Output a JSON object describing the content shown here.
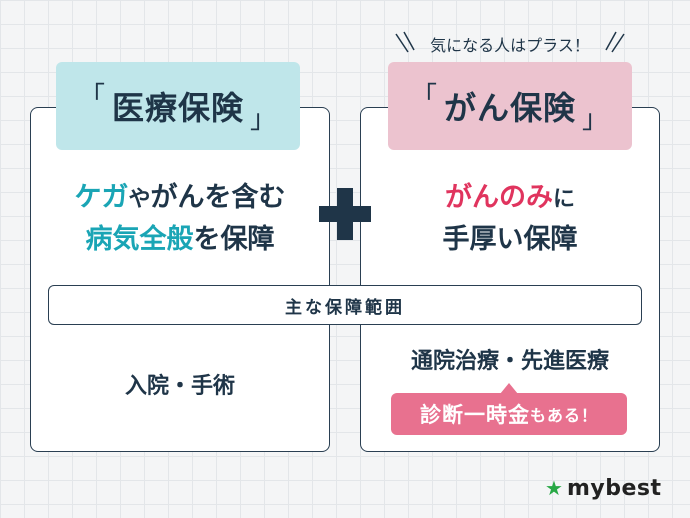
{
  "optional_note": "気になる人はプラス！",
  "left": {
    "tag": "医療保険",
    "headline_line1_emph": "ケガ",
    "headline_line1_rest1": "や",
    "headline_line1_emph2": "がん",
    "headline_line1_rest2": "を含む",
    "headline_line2_emph": "病気全般",
    "headline_line2_rest": "を保障",
    "coverage": "入院・手術"
  },
  "right": {
    "tag": "がん保険",
    "headline_line1_emph": "がんのみ",
    "headline_line1_rest": "に",
    "headline_line2": "手厚い保障",
    "coverage": "通院治療・先進医療",
    "badge_emph": "診断一時金",
    "badge_rest": "もある！"
  },
  "coverage_label": "主な保障範囲",
  "brackets": {
    "open": "「",
    "close": "」"
  },
  "logo": {
    "star": "★",
    "text": "mybest"
  },
  "colors": {
    "teal": "#1aa5b5",
    "pink": "#e0345e",
    "navy": "#1f3548",
    "badge": "#e8718f",
    "brand_green": "#27a845"
  }
}
